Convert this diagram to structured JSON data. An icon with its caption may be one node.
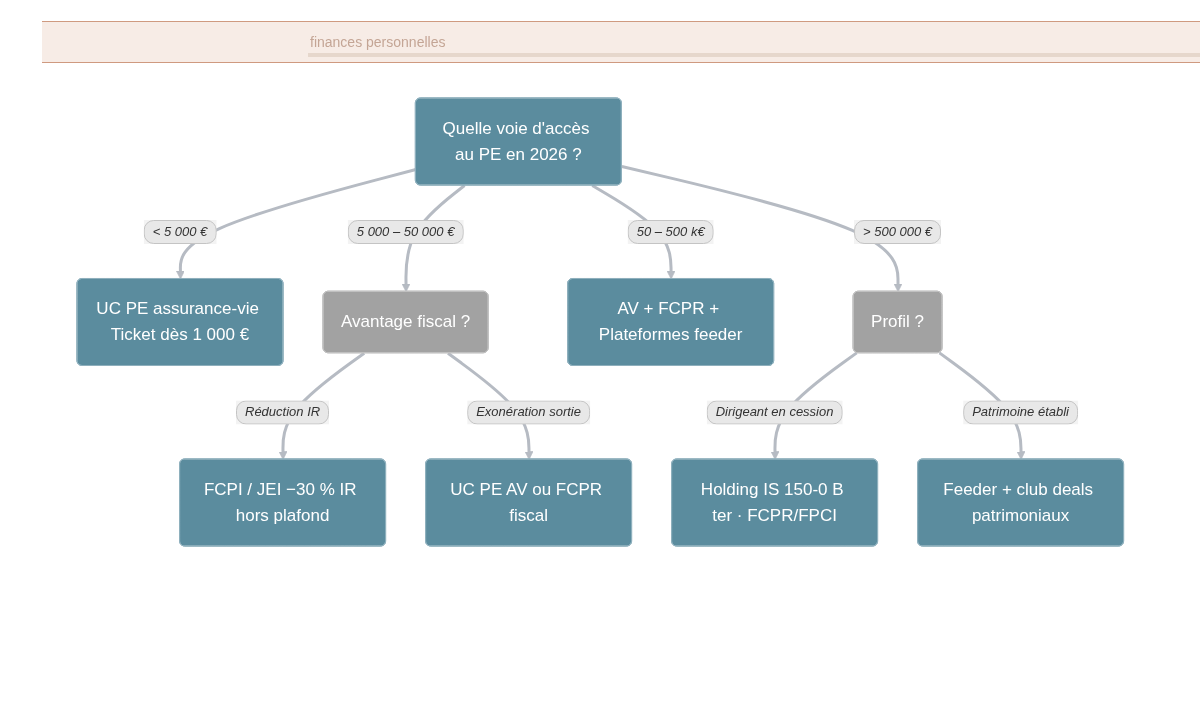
{
  "diagram": {
    "nodes": [
      {
        "text": [
          "Quelle voie d'accès au PE en 2026 ?"
        ]
      },
      {
        "text": [
          "UC PE assurance-vie Ticket dès 1 000 €"
        ]
      },
      {
        "text": [
          "Avantage fiscal ?"
        ]
      },
      {
        "text": [
          "AV + FCPR + Plateformes feeder"
        ]
      },
      {
        "text": [
          "Profil ?"
        ]
      },
      {
        "text": [
          "FCPI / JEI −30 % IR hors plafond"
        ]
      },
      {
        "text": [
          "UC PE AV ou FCPR fiscal"
        ]
      },
      {
        "text": [
          "Holding IS 150-0 B ter · FCPR/FPCI"
        ]
      },
      {
        "text": [
          "Feeder + club deals patrimoniaux"
        ]
      }
    ],
    "edges": [
      {
        "from": 0,
        "to": 1,
        "arrow": "to",
        "label": "< 5 000 €"
      },
      {
        "from": 0,
        "to": 2,
        "arrow": "to",
        "label": "5 000 – 50 000 €"
      },
      {
        "from": 0,
        "to": 3,
        "arrow": "to",
        "label": "50 – 500 k€"
      },
      {
        "from": 0,
        "to": 4,
        "arrow": "to",
        "label": "> 500 000 €"
      },
      {
        "from": 2,
        "to": 5,
        "arrow": "to",
        "label": "Réduction IR"
      },
      {
        "from": 2,
        "to": 6,
        "arrow": "to",
        "label": "Exonération sortie"
      },
      {
        "from": 4,
        "to": 7,
        "arrow": "to",
        "label": "Dirigeant en cession"
      },
      {
        "from": 4,
        "to": 8,
        "arrow": "to",
        "label": "Patrimoine établi"
      }
    ],
    "labels": [
      "finances personnelles"
    ]
  }
}
